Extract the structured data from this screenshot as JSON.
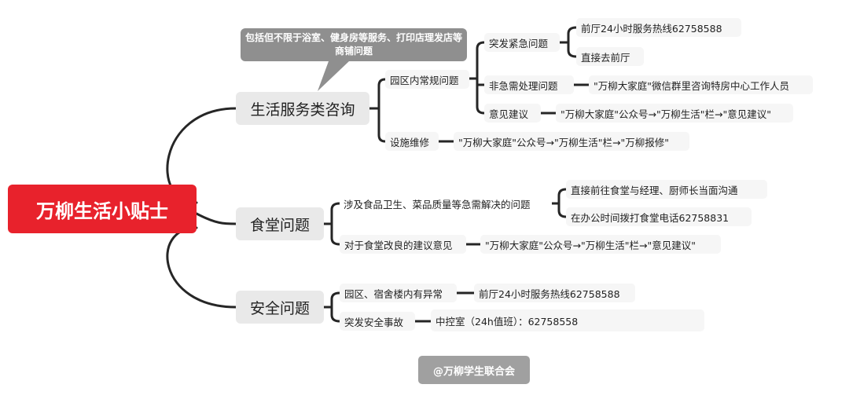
{
  "root": "万柳生活小贴士",
  "callout": "包括但不限于浴室、健身房等服务、打印店理发店等商铺问题",
  "signature": "@万柳学生联合会",
  "branches": {
    "life": {
      "label": "生活服务类咨询",
      "routine": {
        "label": "园区内常规问题",
        "emergency": {
          "label": "突发紧急问题",
          "hotline": "前厅24小时服务热线62758588",
          "front_desk": "直接去前厅"
        },
        "non_urgent": {
          "label": "非急需处理问题",
          "answer": "\"万柳大家庭\"微信群里咨询特房中心工作人员"
        },
        "suggestion": {
          "label": "意见建议",
          "answer": "\"万柳大家庭\"公众号→\"万柳生活\"栏→\"意见建议\""
        }
      },
      "repair": {
        "label": "设施维修",
        "answer": "\"万柳大家庭\"公众号→\"万柳生活\"栏→\"万柳报修\""
      }
    },
    "canteen": {
      "label": "食堂问题",
      "urgent": {
        "label": "涉及食品卫生、菜品质量等急需解决的问题",
        "option1": "直接前往食堂与经理、厨师长当面沟通",
        "option2": "在办公时间拨打食堂电话62758831"
      },
      "improve": {
        "label": "对于食堂改良的建议意见",
        "answer": "\"万柳大家庭\"公众号→\"万柳生活\"栏→\"意见建议\""
      }
    },
    "safety": {
      "label": "安全问题",
      "abnormal": {
        "label": "园区、宿舍楼内有异常",
        "answer": "前厅24小时服务热线62758588"
      },
      "accident": {
        "label": "突发安全事故",
        "answer": "中控室（24h值班）：62758558"
      }
    }
  }
}
